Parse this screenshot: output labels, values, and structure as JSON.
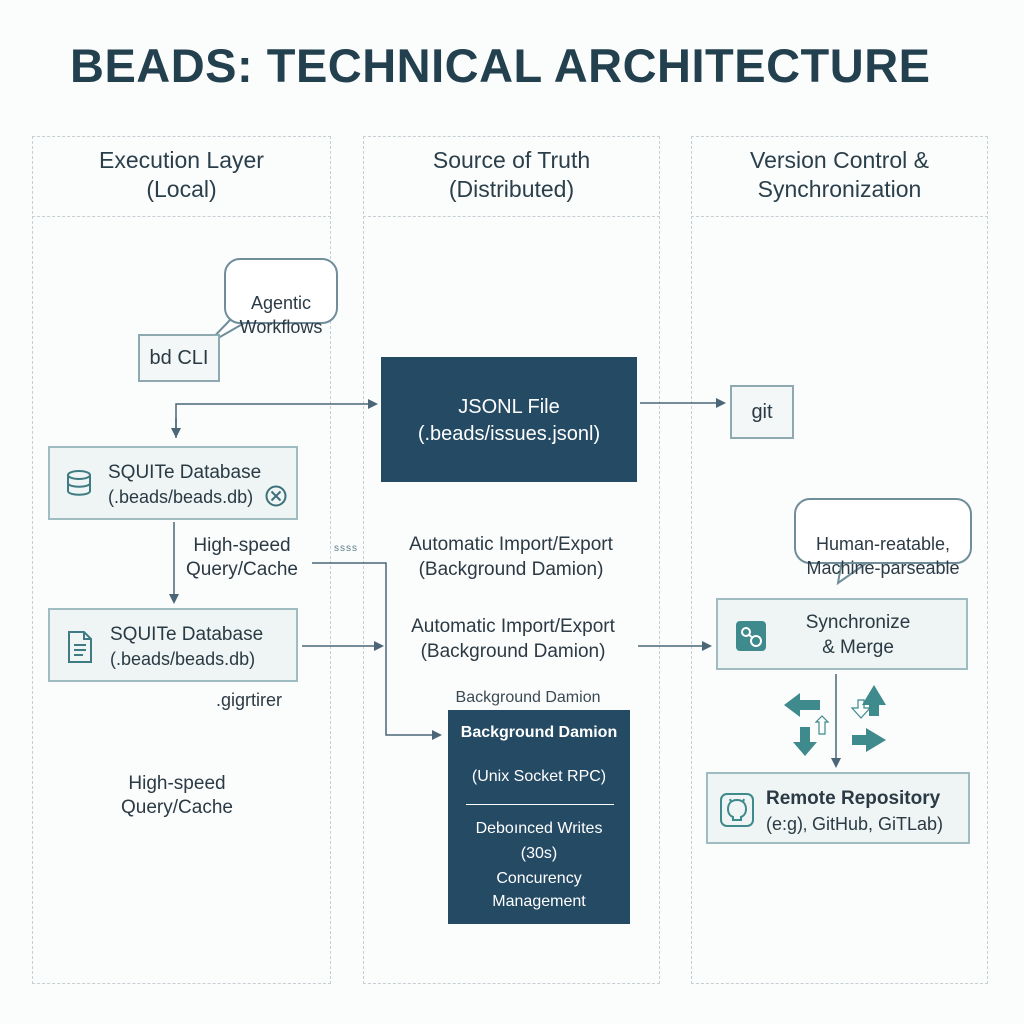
{
  "title": "BEADS: TECHNICAL ARCHITECTURE",
  "columns": {
    "execution": "Execution Layer\n(Local)",
    "source": "Source of Truth\n(Distributed)",
    "vcs": "Version Control &\nSynchronization"
  },
  "execution": {
    "bubble": "Agentic\nWorkflows",
    "cli": "bd CLI",
    "db1_title": "SQUITe Database",
    "db1_path": "(.beads/beads.db)",
    "db_arrow_label": "High-speed\nQuery/Cache",
    "db2_title": "SQUITe Database",
    "db2_path": "(.beads/beads.db)",
    "stray_label": ".gigrtirer",
    "bottom_label": "High-speed\nQuery/Cache"
  },
  "source": {
    "jsonl": "JSONL File\n(.beads/issues.jsonl)",
    "tiny_label": "ssss",
    "import_export_1": "Automatic Import/Export\n(Background Damion)",
    "import_export_2": "Automatic Import/Export\n(Background Damion)",
    "daemon_caption": "Background Damion",
    "daemon": {
      "title": "Background Damion",
      "rpc": "(Unix Socket RPC)",
      "writes": "Deboınced Writes\n(30s)",
      "concurrency": "Concurency\nManagement"
    }
  },
  "vcs": {
    "git": "git",
    "bubble": "Human-reatable,\nMachine-parseable",
    "sync": "Synchronize\n& Merge",
    "remote_title": "Remote Repository",
    "remote_sub": "(e:g)‚ GitHub, GiTLab)"
  },
  "icons": [
    "database-icon",
    "close-circle-icon",
    "document-icon",
    "sync-icon",
    "github-icon"
  ],
  "colors": {
    "dark_box": "#244a64",
    "light_box": "#eef5f4",
    "accent_arrow": "#3e8a8c",
    "line": "#4a6677"
  }
}
